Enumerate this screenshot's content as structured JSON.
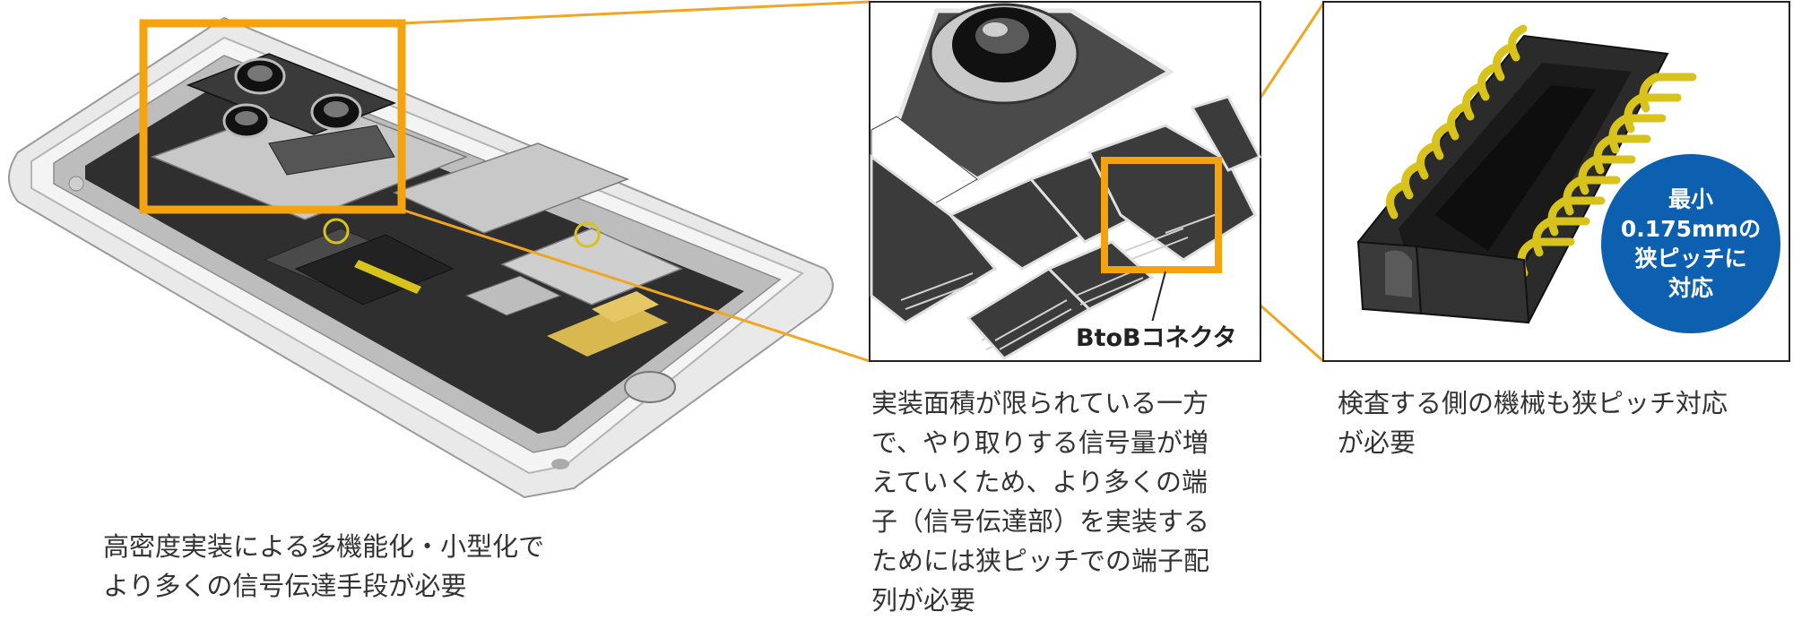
{
  "captions": {
    "phone": "高密度実装による多機能化・小型化で\nより多くの信号伝達手段が必要",
    "camera": "実装面積が限られている一方\nで、やり取りする信号量が増\nえていくため、より多くの端\n子（信号伝達部）を実装する\nためには狭ピッチでの端子配\n列が必要",
    "connector": "検査する側の機械も狭ピッチ対応\nが必要"
  },
  "labels": {
    "btob_connector": "BtoBコネクタ"
  },
  "badge": {
    "text": "最小\n0.175mmの\n狭ピッチに\n対応"
  },
  "colors": {
    "highlight": "#f5a20f",
    "badge": "#0d5fb0",
    "pins": "#d8c21c",
    "board": "#3a3a3a",
    "frame": "#cfcfcf"
  }
}
